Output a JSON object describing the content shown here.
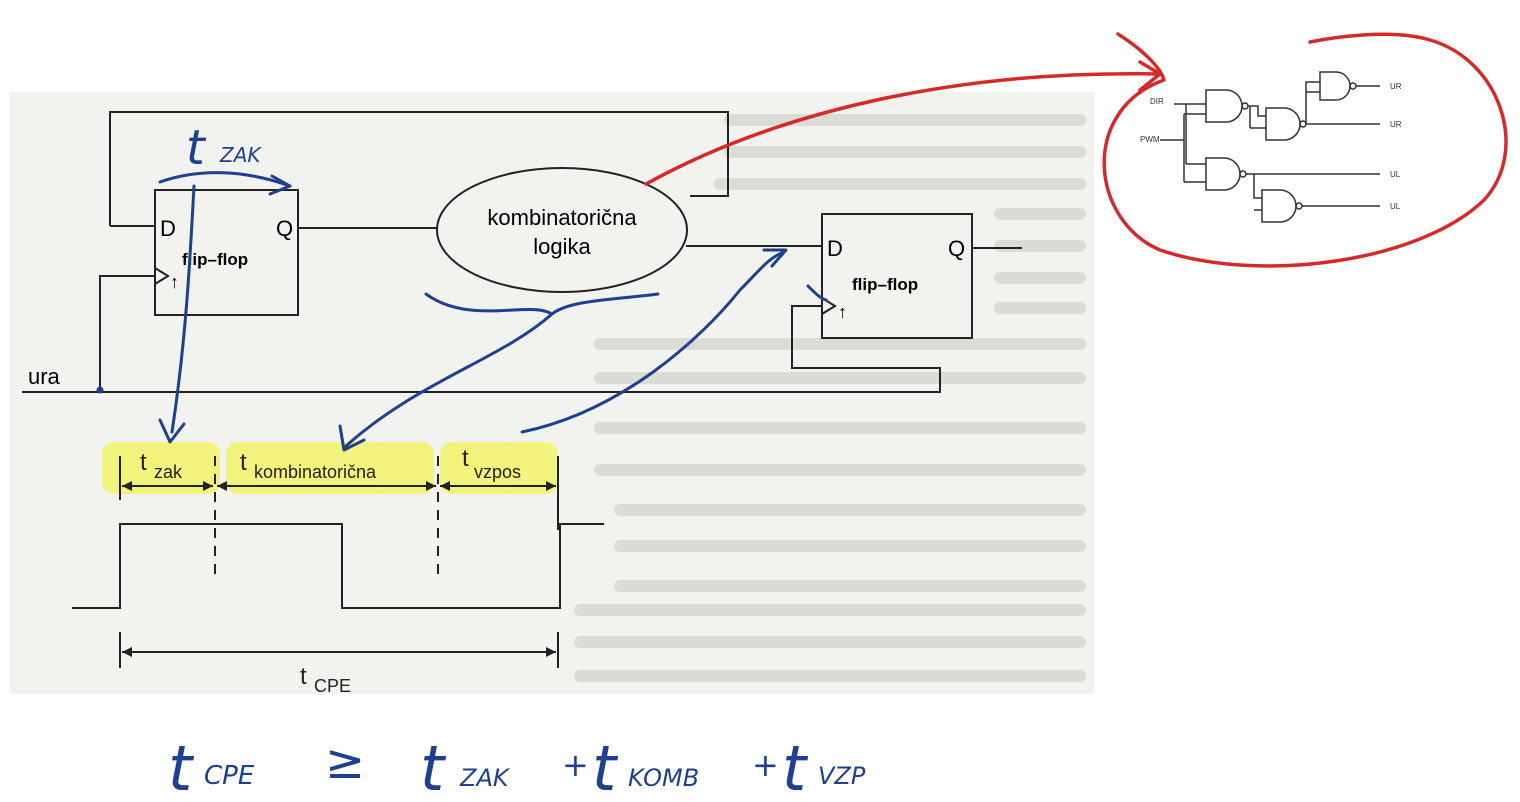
{
  "diagram": {
    "flipflop1": {
      "d": "D",
      "q": "Q",
      "name": "flip–flop"
    },
    "flipflop2": {
      "d": "D",
      "q": "Q",
      "name": "flip–flop"
    },
    "logic": {
      "line1": "kombinatorična",
      "line2": "logika"
    },
    "clock_label": "ura",
    "timing": {
      "t": "t",
      "zak": "zak",
      "komb": "kombinatorična",
      "vzpos": "vzpos",
      "cpe": "CPE"
    }
  },
  "inset": {
    "labels": {
      "dir": "DIR",
      "pwm": "PWM",
      "ur1": "UR",
      "ur2": "UR",
      "ul1": "UL",
      "ul2": "UL"
    }
  },
  "annotations": {
    "tzak": "t",
    "tzak_sub": "ZAK",
    "formula": {
      "lhs": "t",
      "lhs_sub": "CPE",
      "rel": "≥",
      "t1": "t",
      "s1": "ZAK",
      "t2": "t",
      "s2": "KOMB",
      "t3": "t",
      "s3": "VZP",
      "plus": "+"
    }
  },
  "colors": {
    "annotation_blue": "#1f3f8f",
    "annotation_red": "#d42a2a",
    "highlight": "#f3f36a",
    "scan_bg": "#f2f3ee"
  }
}
